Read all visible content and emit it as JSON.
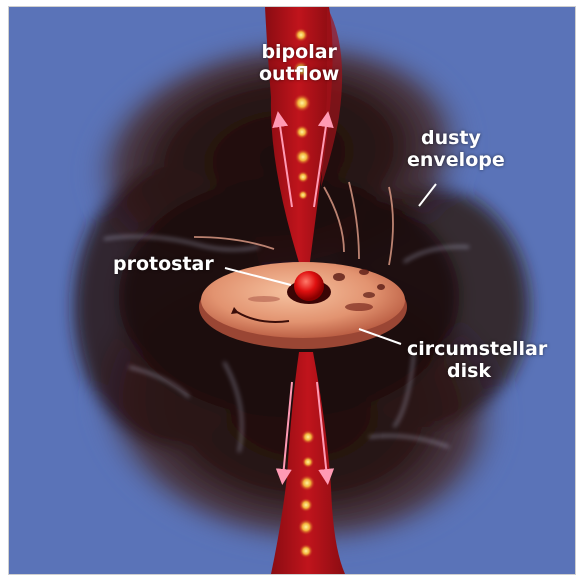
{
  "labels": {
    "bipolar_outflow": [
      "bipolar",
      "outflow"
    ],
    "dusty_envelope": [
      "dusty",
      "envelope"
    ],
    "protostar": "protostar",
    "circumstellar_disk": [
      "circumstellar",
      "disk"
    ]
  },
  "colors": {
    "background": "#5a73b8",
    "envelope": "#2a1514",
    "jet": "#b0121a",
    "disk": "#e8a07c",
    "protostar": "#e01010",
    "arrow": "#ff9ab4",
    "label_text": "#ffffff"
  }
}
